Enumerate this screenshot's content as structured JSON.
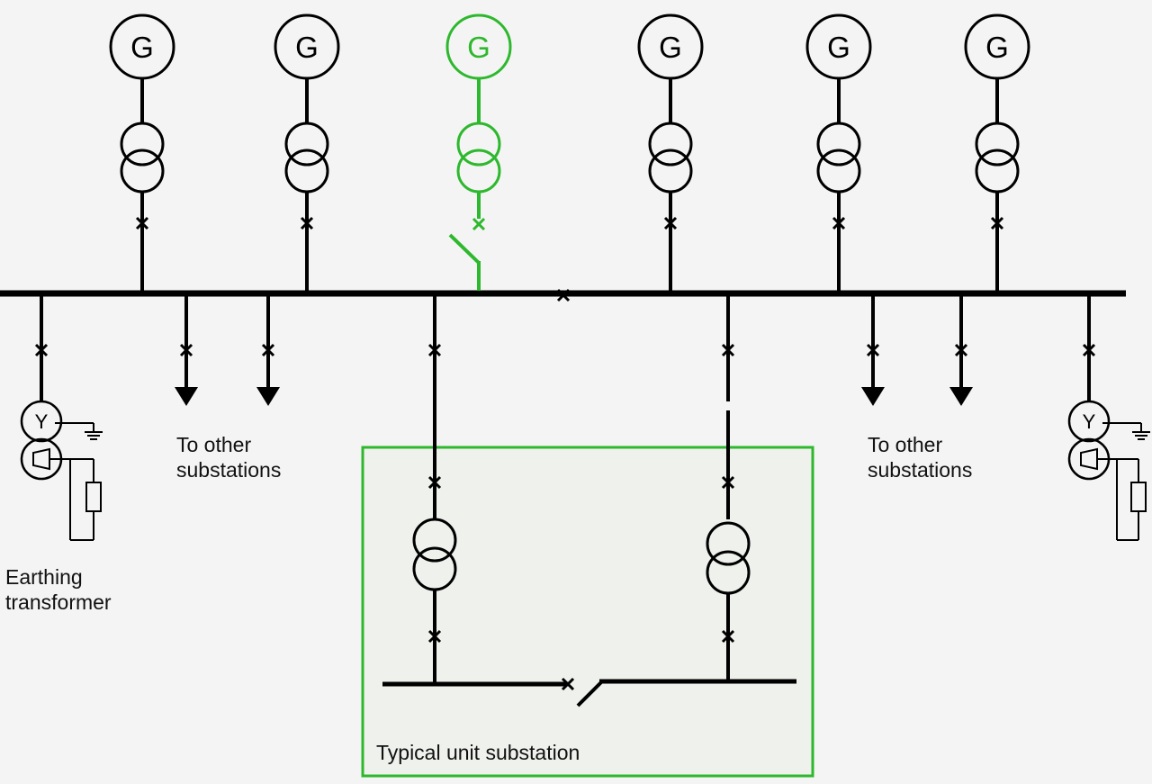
{
  "generator_symbol": "G",
  "wye_symbol": "Y",
  "colors": {
    "line": "#000000",
    "highlight": "#2db82d",
    "background": "#f4f4f4",
    "box_fill": "#eef1ec"
  },
  "labels": {
    "other_substations_left": [
      "To other",
      "substations"
    ],
    "other_substations_right": [
      "To other",
      "substations"
    ],
    "earthing_transformer": [
      "Earthing",
      "transformer"
    ],
    "unit_substation": "Typical unit substation"
  }
}
